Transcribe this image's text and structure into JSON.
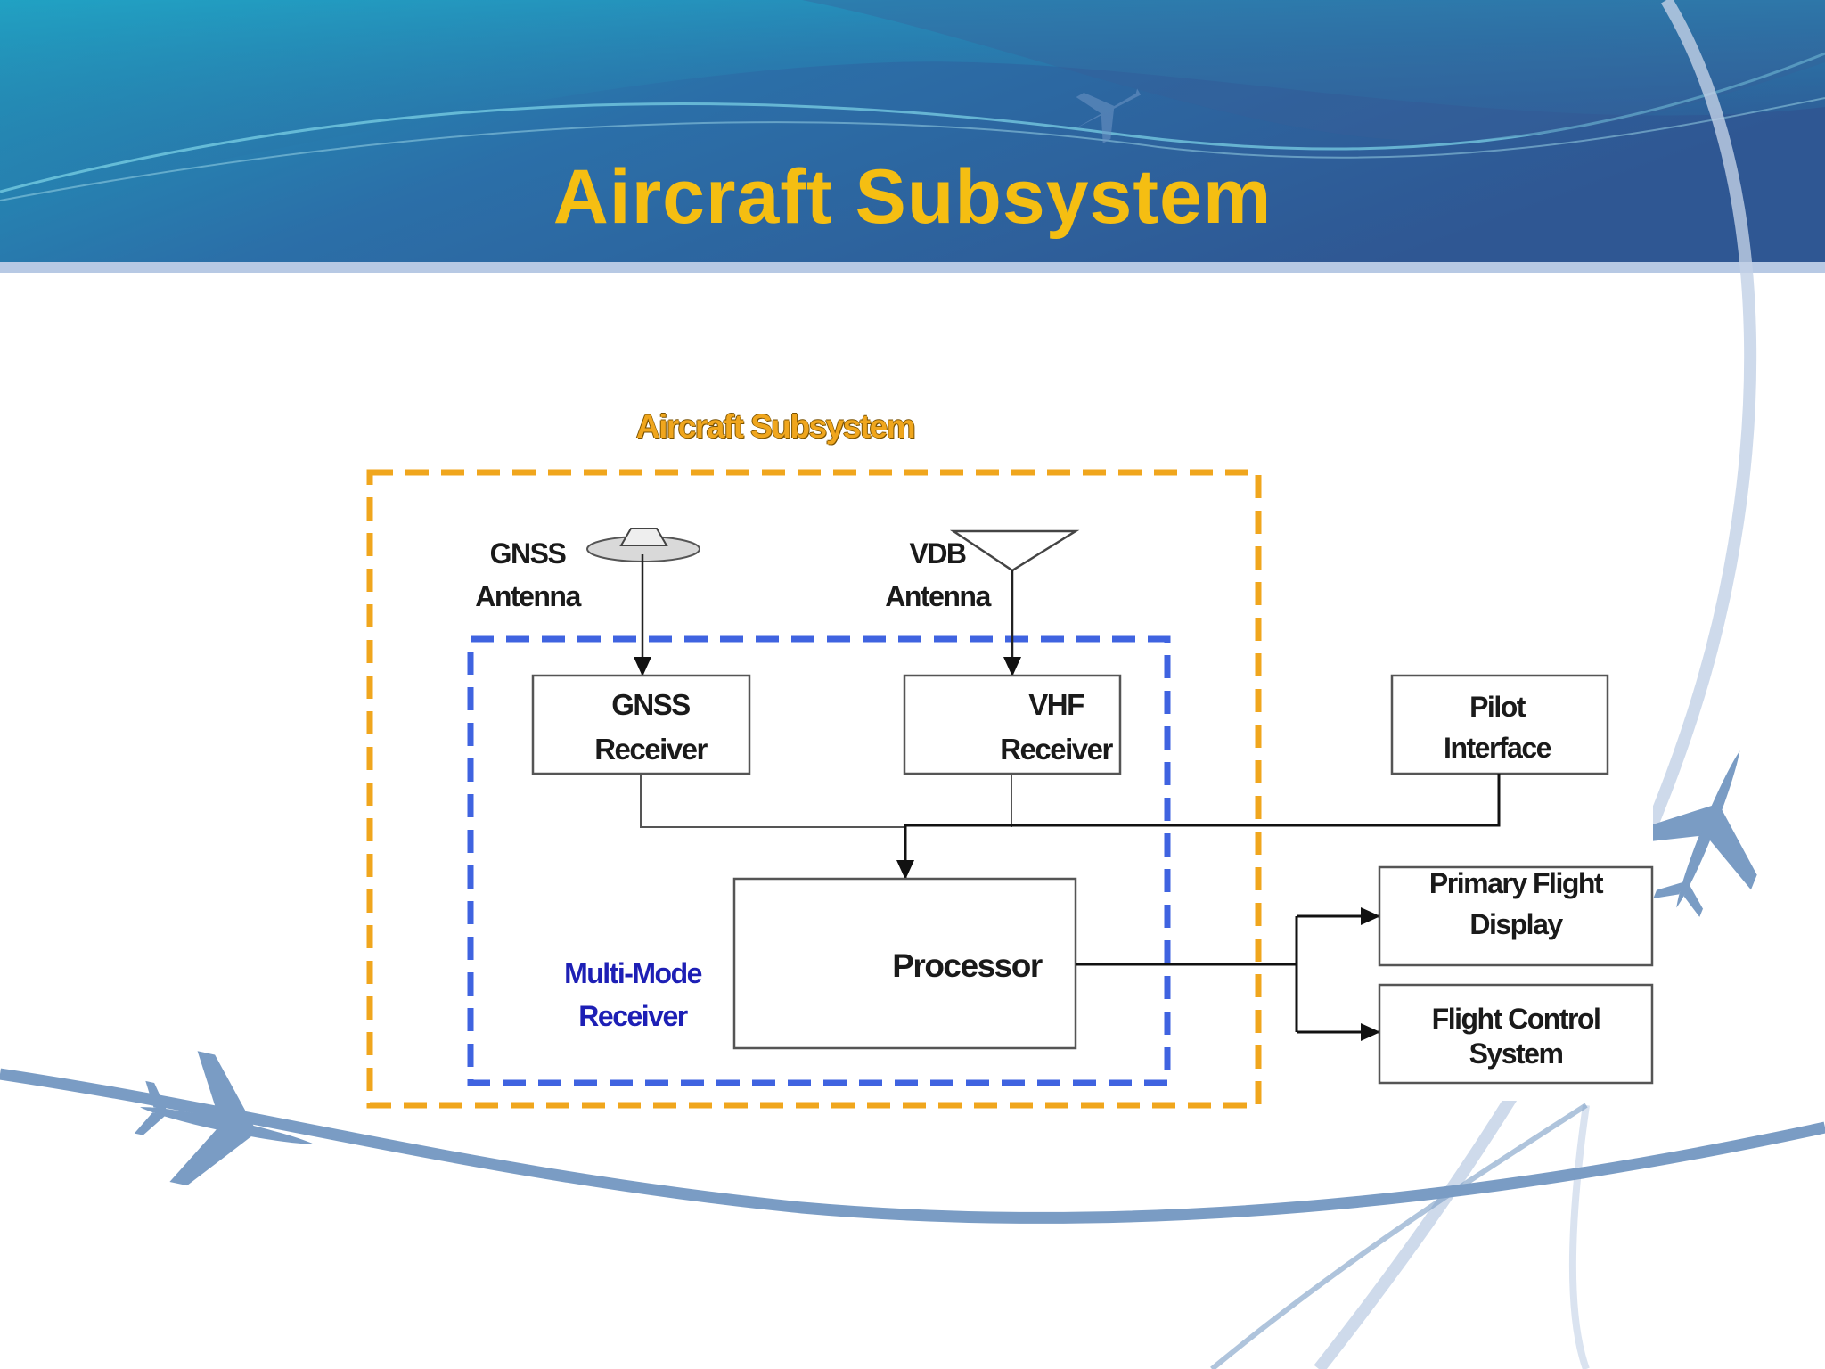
{
  "slide": {
    "title": "Aircraft Subsystem"
  },
  "diagram": {
    "subsystem_label": "Aircraft Subsystem",
    "multimode_label": [
      "Multi-Mode",
      "Receiver"
    ],
    "gnss_antenna": [
      "GNSS",
      "Antenna"
    ],
    "vdb_antenna": [
      "VDB",
      "Antenna"
    ],
    "gnss_receiver": [
      "GNSS",
      "Receiver"
    ],
    "vhf_receiver": [
      "VHF",
      "Receiver"
    ],
    "processor": "Processor",
    "pilot_interface": [
      "Pilot",
      "Interface"
    ],
    "primary_flight_display": [
      "Primary Flight",
      "Display"
    ],
    "flight_control_system": [
      "Flight Control",
      "System"
    ]
  },
  "colors": {
    "title": "#F5BE12",
    "header_dark": "#2f5a96",
    "header_teal": "#1f8fae",
    "subsystem_border": "#F0A61D",
    "multimode_border": "#3f63e0",
    "multimode_text": "#1d1fb5",
    "swoosh": "#7a9cc4"
  }
}
